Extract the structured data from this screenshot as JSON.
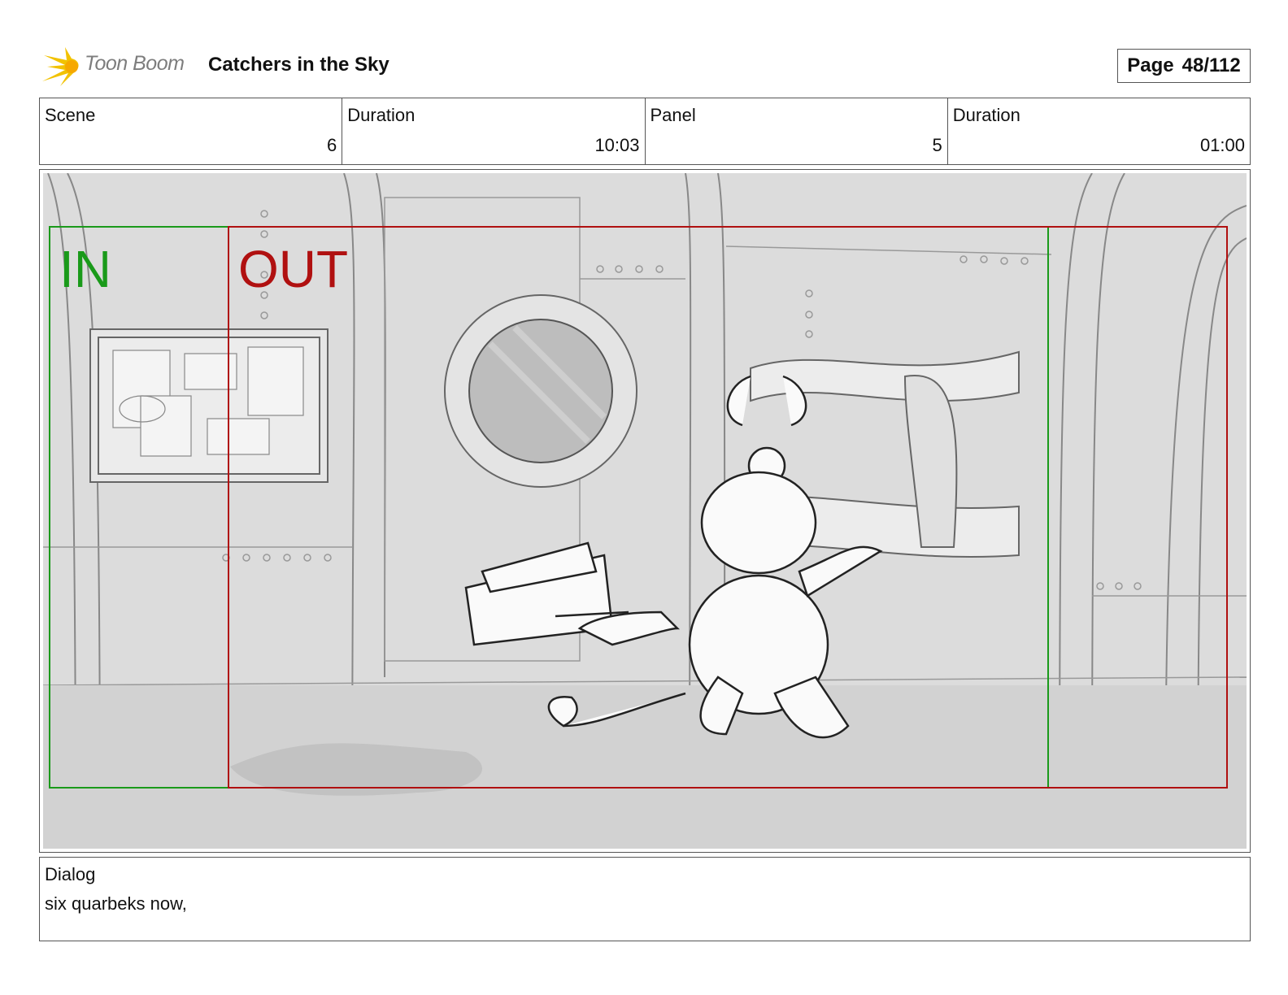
{
  "header": {
    "logo_text": "Toon Boom",
    "project_title": "Catchers in the Sky",
    "page_label": "Page",
    "page_number": "48/112"
  },
  "info": {
    "scene_label": "Scene",
    "scene_value": "6",
    "scene_duration_label": "Duration",
    "scene_duration_value": "10:03",
    "panel_label": "Panel",
    "panel_value": "5",
    "panel_duration_label": "Duration",
    "panel_duration_value": "01:00"
  },
  "panel": {
    "in_label": "IN",
    "out_label": "OUT",
    "in_color": "#1a9a1a",
    "out_color": "#b01010"
  },
  "dialog": {
    "label": "Dialog",
    "text": "six quarbeks now,"
  }
}
